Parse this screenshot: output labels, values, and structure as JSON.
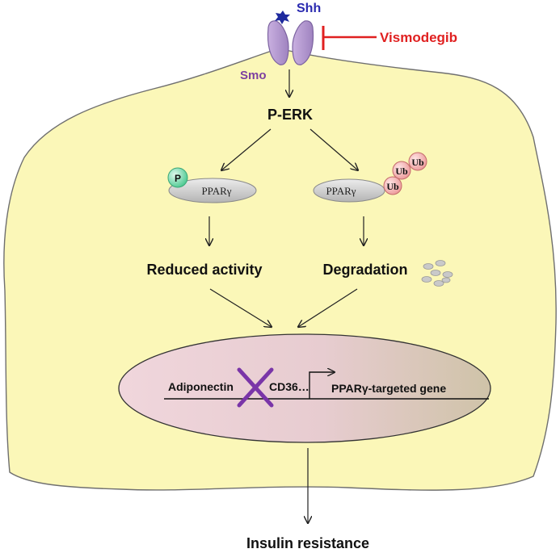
{
  "ligand": {
    "label": "Shh",
    "color": "#2a2ab0"
  },
  "receptor": {
    "label": "Smo",
    "color": "#7d3fa0"
  },
  "inhibitor": {
    "label": "Vismodegib",
    "color": "#e02020"
  },
  "kinase": {
    "label": "P-ERK"
  },
  "left_branch": {
    "phospho_tag": "P",
    "protein": "PPARγ",
    "outcome": "Reduced activity"
  },
  "right_branch": {
    "protein": "PPARγ",
    "ubiquitin_tags": [
      "Ub",
      "Ub",
      "Ub"
    ],
    "outcome": "Degradation"
  },
  "nucleus": {
    "gene_left": "Adiponectin",
    "gene_left_suffix": "CD36…",
    "gene_right": "PPARγ-targeted gene",
    "block_mark_color": "#7a35a8"
  },
  "final_outcome": {
    "label": "Insulin resistance"
  },
  "colors": {
    "cell_fill": "#fbf7b8",
    "cell_stroke": "#6f6f6f",
    "ub_fill": "#f0a8a8",
    "p_fill": "#5fd6a0"
  }
}
